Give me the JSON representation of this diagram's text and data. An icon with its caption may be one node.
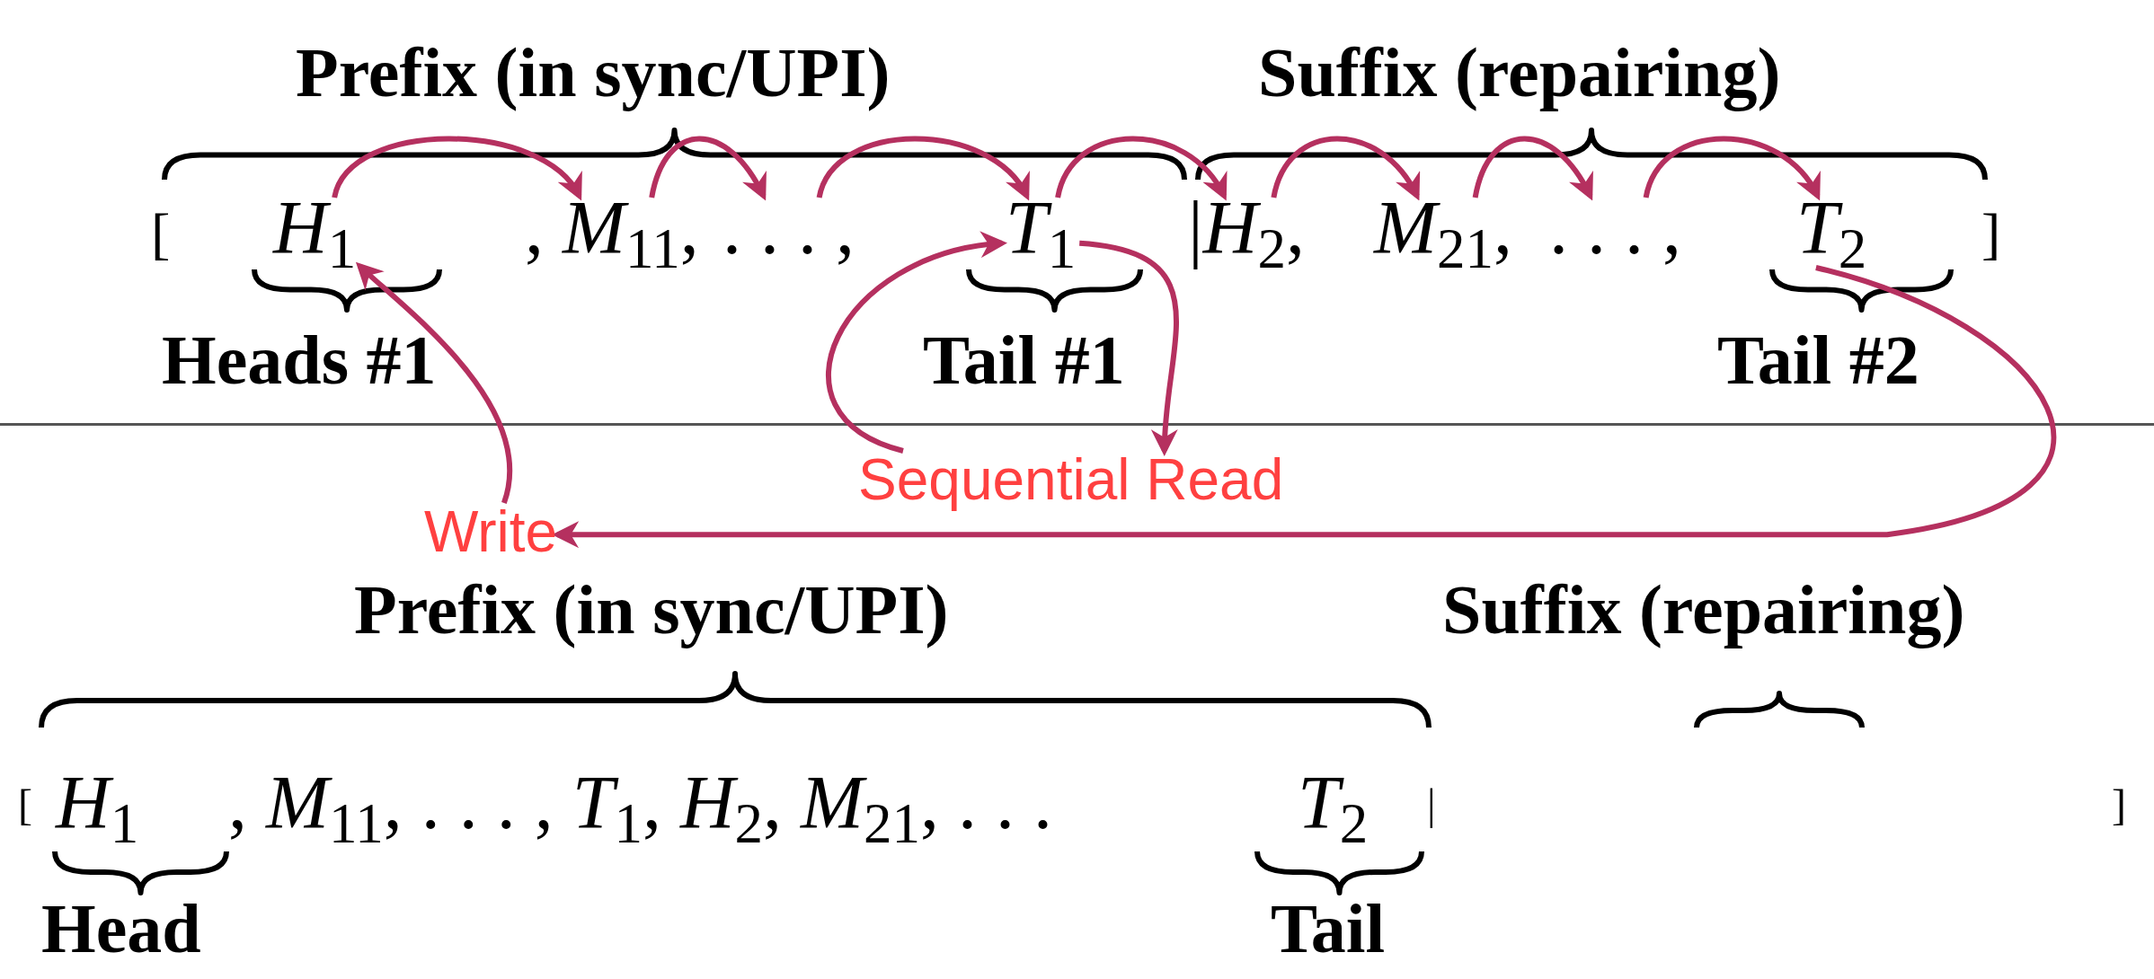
{
  "diagram": {
    "nodes": [
      {
        "text": [
          "*H*$_{1}$"
        ]
      },
      {
        "text": [
          ", *M*$_{11}$,"
        ]
      },
      {
        "text": [
          ". . . ,"
        ]
      },
      {
        "text": [
          "*T*$_{1}$"
        ]
      },
      {
        "text": [
          "|*H*$_{2}$,"
        ]
      },
      {
        "text": [
          "*M*$_{21}$,"
        ]
      },
      {
        "text": [
          ". . . ,"
        ]
      },
      {
        "text": [
          "*T*$_{2}$"
        ]
      },
      {
        "text": [
          "Sequential Read"
        ]
      },
      {
        "text": [
          "Write"
        ]
      }
    ],
    "edges": [
      {
        "from": 0,
        "to": 1,
        "arrow": "to"
      },
      {
        "from": 1,
        "to": 2,
        "arrow": "to"
      },
      {
        "from": 2,
        "to": 3,
        "arrow": "to"
      },
      {
        "from": 3,
        "to": 4,
        "arrow": "to"
      },
      {
        "from": 4,
        "to": 5,
        "arrow": "to"
      },
      {
        "from": 5,
        "to": 6,
        "arrow": "to"
      },
      {
        "from": 6,
        "to": 7,
        "arrow": "to"
      },
      {
        "from": 8,
        "to": 3,
        "arrow": "to"
      },
      {
        "from": 3,
        "to": 8,
        "arrow": "to"
      },
      {
        "from": 7,
        "to": 9,
        "arrow": "to"
      },
      {
        "from": 9,
        "to": 0,
        "arrow": "to"
      }
    ],
    "labels": [
      "Prefix (in sync/UPI)",
      "Suffix (repairing)",
      "[",
      "]",
      "Heads #1",
      "Tail #1",
      "Tail #2",
      "Prefix (in sync/UPI)",
      "Suffix (repairing)",
      "[",
      "*H*$_{1}$",
      ", *M*$_{11}$, . . . , *T*$_{1}$, *H*$_{2}$, *M*$_{21}$, . . .",
      "*T*$_{2}$",
      "|",
      "]",
      "Head",
      "Tail"
    ]
  }
}
